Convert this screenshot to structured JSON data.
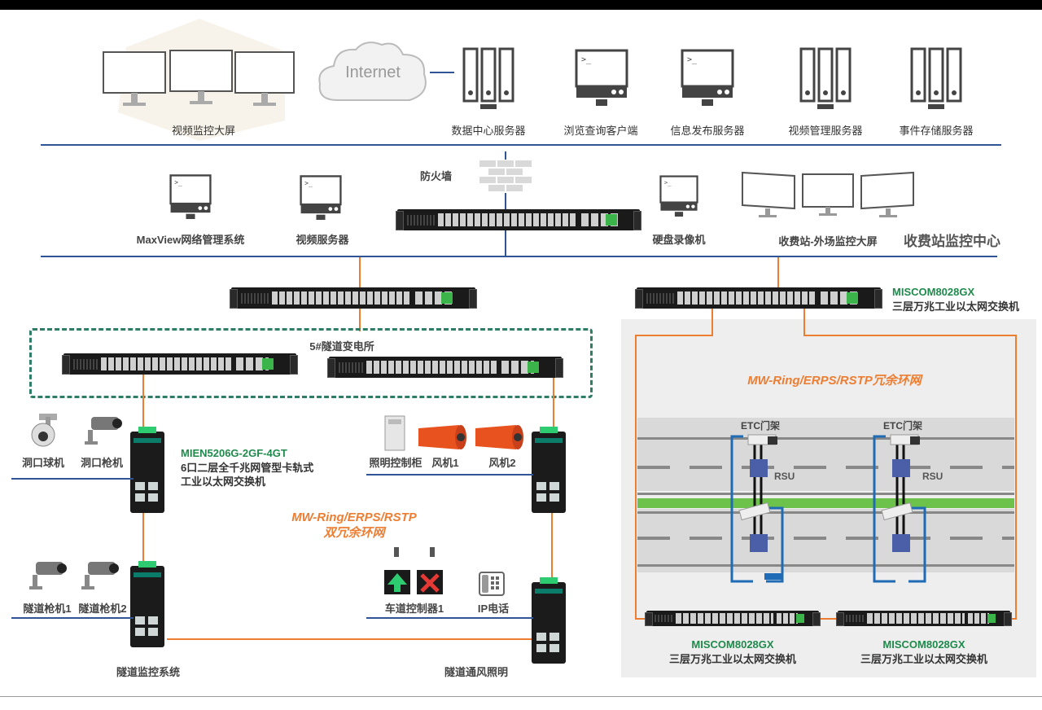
{
  "top": {
    "cloud": "Internet",
    "video_wall": "视频监控大屏",
    "servers": [
      "数据中心服务器",
      "浏览查询客户端",
      "信息发布服务器",
      "视频管理服务器",
      "事件存储服务器"
    ]
  },
  "mid": {
    "firewall": "防火墙",
    "maxview": "MaxView网络管理系统",
    "video_server": "视频服务器",
    "dvr": "硬盘录像机",
    "toll_screen": "收费站-外场监控大屏",
    "center_title": "收费站监控中心"
  },
  "core_switch": {
    "model": "MISCOM8028GX",
    "desc": "三层万兆工业以太网交换机"
  },
  "substation": "5#隧道变电所",
  "din_switch": {
    "model": "MIEN5206G-2GF-4GT",
    "desc_line1": "6口二层全千兆网管型卡轨式",
    "desc_line2": "工业以太网交换机"
  },
  "ring_left": {
    "line1": "MW-Ring/ERPS/RSTP",
    "line2": "双冗余环网"
  },
  "ring_right": "MW-Ring/ERPS/RSTP冗余环网",
  "devices": {
    "dome_cam": "洞口球机",
    "gun_cam": "洞口枪机",
    "light_cab": "照明控制柜",
    "fan1": "风机1",
    "fan2": "风机2",
    "tunnel_cam1": "隧道枪机1",
    "tunnel_cam2": "隧道枪机2",
    "lane_ctrl": "车道控制器1",
    "ip_phone": "IP电话",
    "tunnel_monitor": "隧道监控系统",
    "tunnel_vent": "隧道通风照明"
  },
  "etc": {
    "gantry1": "ETC门架",
    "gantry2": "ETC门架",
    "rsu1": "RSU",
    "rsu2": "RSU"
  },
  "bottom_switches": [
    {
      "model": "MISCOM8028GX",
      "desc": "三层万兆工业以太网交换机"
    },
    {
      "model": "MISCOM8028GX",
      "desc": "三层万兆工业以太网交换机"
    }
  ],
  "colors": {
    "ring": "#ed7d31",
    "network": "#2f5597",
    "accent_green": "#1f8a4c"
  }
}
